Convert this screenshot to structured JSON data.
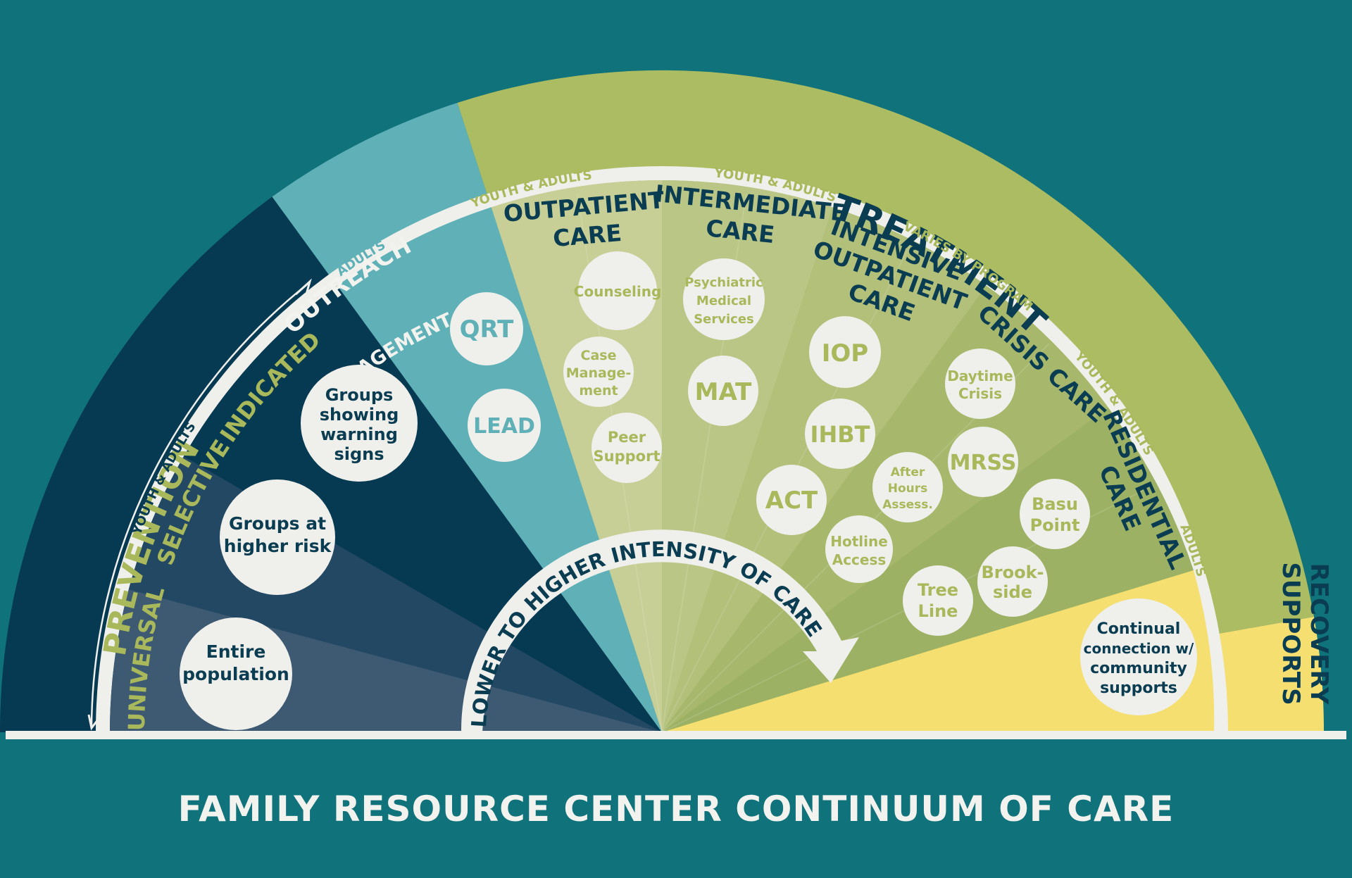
{
  "title": "FAMILY RESOURCE CENTER CONTINUUM OF CARE",
  "colors": {
    "background": "#10727a",
    "prevention": "#063a52",
    "outreach": "#5fb1b7",
    "treatment": "#acbc62",
    "recovery": "#f4df70",
    "ring": "#efefeb",
    "label_green": "#a8b85a",
    "label_dark": "#0b3d52"
  },
  "sections": {
    "prevention": "PREVENTION",
    "outreach_line1": "OUTREACH",
    "outreach_line2": "& ENGAGEMENT",
    "treatment": "TREATMENT",
    "recovery_line1": "RECOVERY",
    "recovery_line2": "SUPPORTS"
  },
  "tiers": {
    "universal": "UNIVERSAL",
    "selective": "SELECTIVE",
    "indicated": "INDICATED"
  },
  "care_types": {
    "outpatient_line1": "OUTPATIENT",
    "outpatient_line2": "CARE",
    "intermediate_line1": "INTERMEDIATE",
    "intermediate_line2": "CARE",
    "iop_line1": "INTENSIVE",
    "iop_line2": "OUTPATIENT",
    "iop_line3": "CARE",
    "crisis": "CRISIS CARE",
    "residential_line1": "RESIDENTIAL",
    "residential_line2": "CARE"
  },
  "ring_labels": {
    "prevention_age": "YOUTH & ADULTS",
    "outreach_age": "ADULTS",
    "outpatient_age": "YOUTH & ADULTS",
    "intermediate_age": "YOUTH & ADULTS",
    "iop_age": "VARIES BY PROGRAM",
    "crisis_age": "YOUTH & ADULTS",
    "residential_age": "ADULTS"
  },
  "intensity_arrow": "LOWER TO HIGHER INTENSITY OF CARE",
  "prevention_bubbles": {
    "entire_1": "Entire",
    "entire_2": "population",
    "risk_1": "Groups at",
    "risk_2": "higher risk",
    "signs_1": "Groups",
    "signs_2": "showing",
    "signs_3": "warning",
    "signs_4": "signs"
  },
  "outreach_bubbles": {
    "qrt": "QRT",
    "lead": "LEAD"
  },
  "outpatient_bubbles": {
    "counseling": "Counseling",
    "case_1": "Case",
    "case_2": "Manage-",
    "case_3": "ment",
    "peer_1": "Peer",
    "peer_2": "Support"
  },
  "intermediate_bubbles": {
    "psych_1": "Psychiatric",
    "psych_2": "Medical",
    "psych_3": "Services",
    "mat": "MAT"
  },
  "iop_bubbles": {
    "iop": "IOP",
    "ihbt": "IHBT",
    "act": "ACT"
  },
  "crisis_bubbles": {
    "daytime_1": "Daytime",
    "daytime_2": "Crisis",
    "mrss": "MRSS",
    "after_1": "After",
    "after_2": "Hours",
    "after_3": "Assess.",
    "hotline_1": "Hotline",
    "hotline_2": "Access"
  },
  "residential_bubbles": {
    "basu_1": "Basu",
    "basu_2": "Point",
    "brook_1": "Brook-",
    "brook_2": "side",
    "tree_1": "Tree",
    "tree_2": "Line"
  },
  "recovery_bubble": {
    "line1": "Continual",
    "line2": "connection w/",
    "line3": "community",
    "line4": "supports"
  }
}
